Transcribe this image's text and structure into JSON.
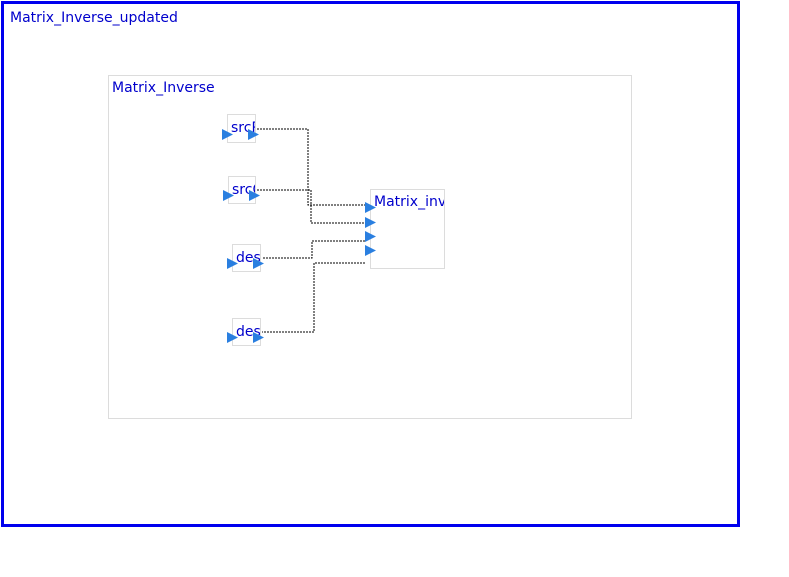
{
  "outer_frame": {
    "title": "Matrix_Inverse_updated"
  },
  "inner_frame": {
    "title": "Matrix_Inverse"
  },
  "blocks": {
    "srcR": {
      "label": "srcR"
    },
    "srcC": {
      "label": "srcC"
    },
    "dest1": {
      "label": "dest"
    },
    "dest2": {
      "label": "dest"
    },
    "main": {
      "label": "Matrix_inv"
    }
  },
  "icons": {
    "port": "port-arrow-icon"
  },
  "colors": {
    "frame_border": "#0000ee",
    "label": "#0000cc",
    "port_fill": "#2a7fe0",
    "wire": "#000000"
  }
}
